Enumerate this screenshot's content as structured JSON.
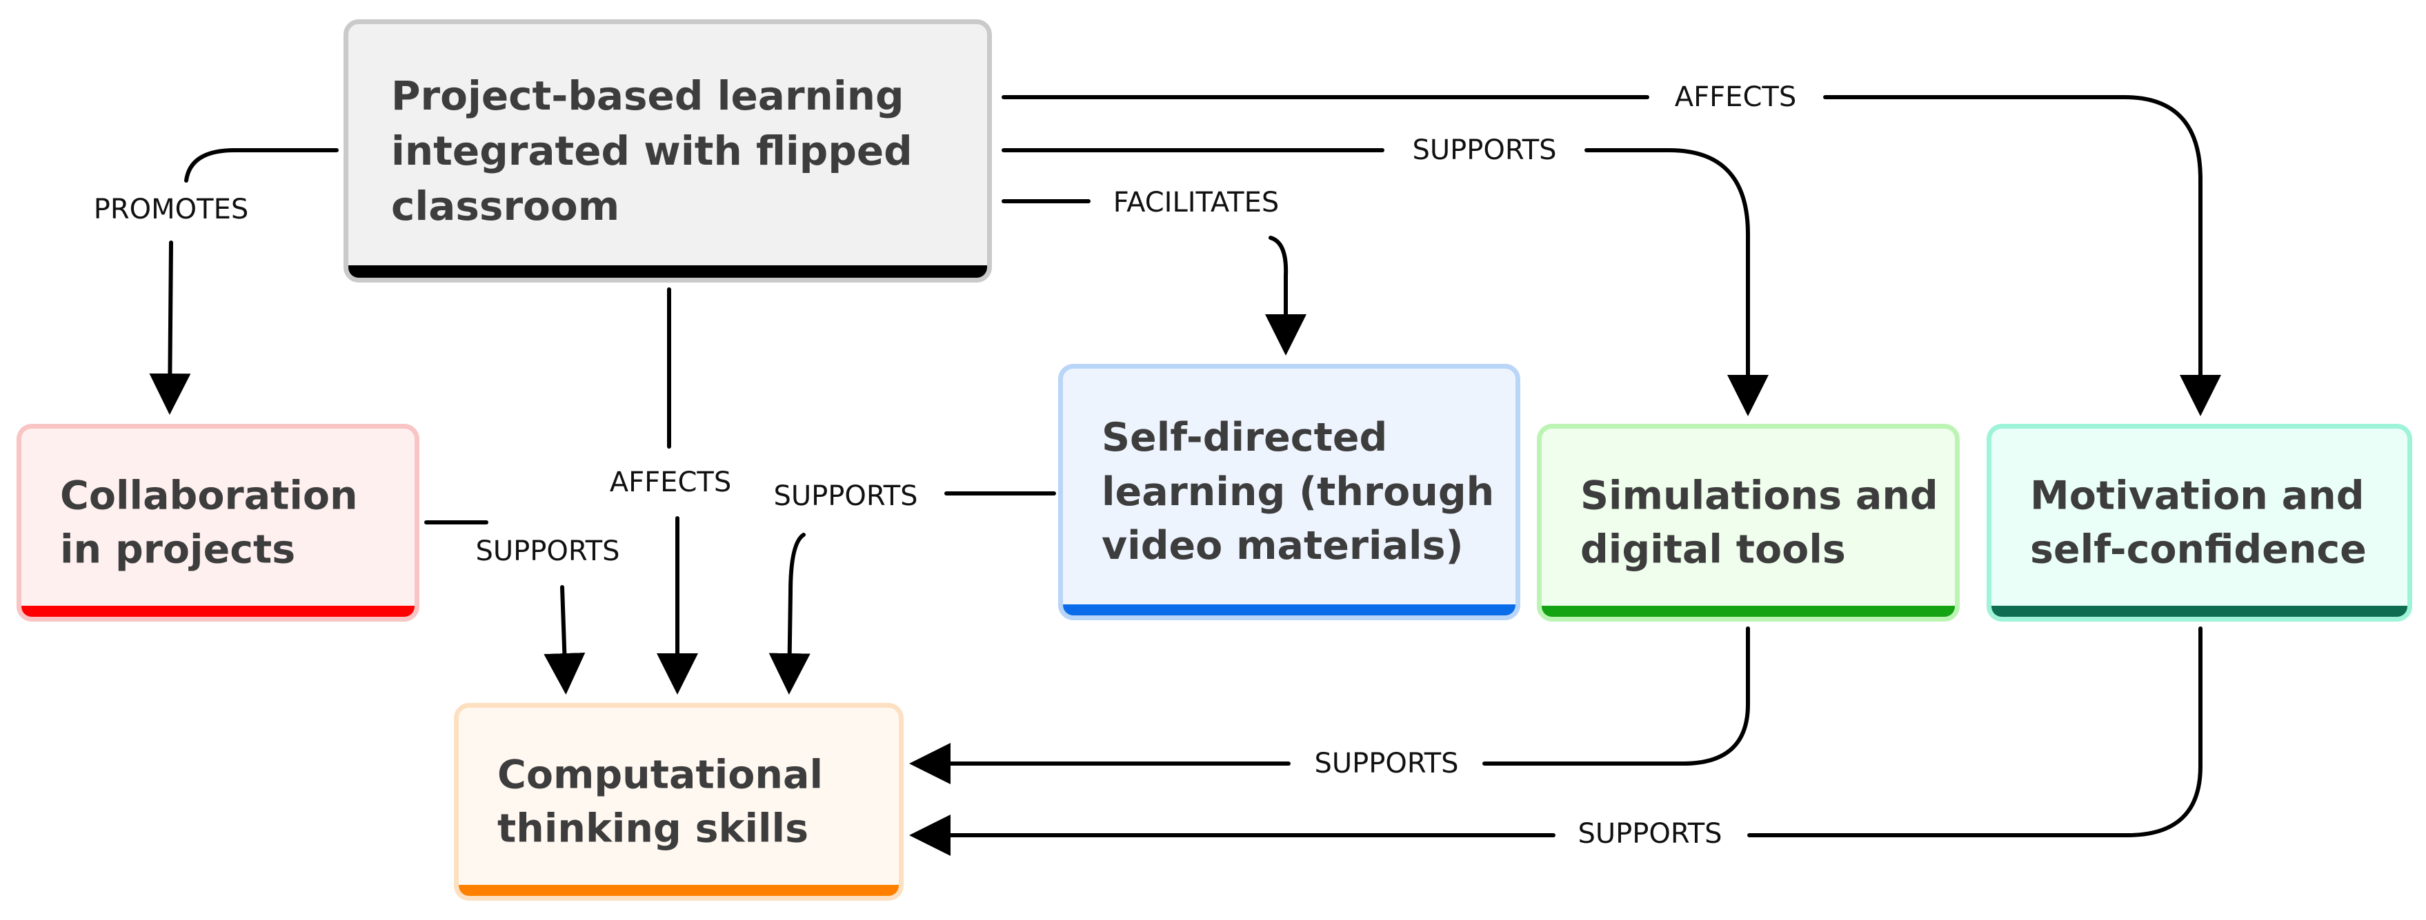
{
  "nodes": {
    "pbl": "Project-based learning integrated with flipped classroom",
    "collaboration": "Collaboration in projects",
    "self_directed": "Self-directed learning (through video materials)",
    "simulations": "Simulations and digital tools",
    "motivation": "Motivation and self-confidence",
    "computational": "Computational thinking skills"
  },
  "edges": [
    {
      "from": "pbl",
      "to": "collaboration",
      "label": "PROMOTES"
    },
    {
      "from": "pbl",
      "to": "computational",
      "label": "AFFECTS"
    },
    {
      "from": "pbl",
      "to": "self_directed",
      "label": "FACILITATES"
    },
    {
      "from": "pbl",
      "to": "simulations",
      "label": "SUPPORTS"
    },
    {
      "from": "pbl",
      "to": "motivation",
      "label": "AFFECTS"
    },
    {
      "from": "collaboration",
      "to": "computational",
      "label": "SUPPORTS"
    },
    {
      "from": "self_directed",
      "to": "computational",
      "label": "SUPPORTS"
    },
    {
      "from": "simulations",
      "to": "computational",
      "label": "SUPPORTS"
    },
    {
      "from": "motivation",
      "to": "computational",
      "label": "SUPPORTS"
    }
  ],
  "colors": {
    "pbl_accent": "#000000",
    "collaboration_accent": "#ff0000",
    "self_directed_accent": "#0a6ce8",
    "simulations_accent": "#13a313",
    "motivation_accent": "#0e6d50",
    "computational_accent": "#ff8000",
    "edge": "#000000"
  }
}
